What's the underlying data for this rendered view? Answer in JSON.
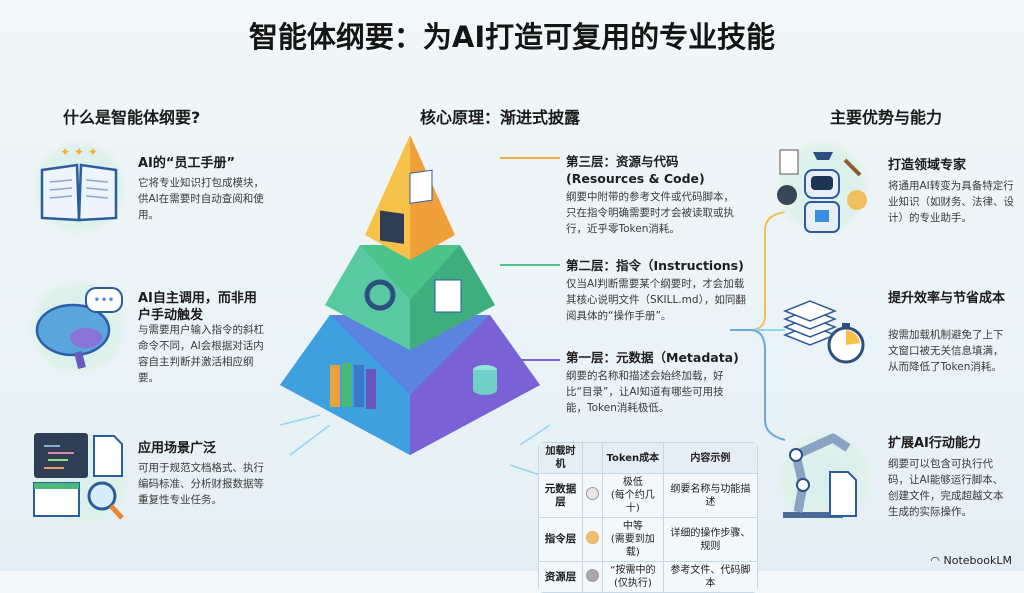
{
  "title": "智能体纲要：为AI打造可复用的专业技能",
  "left": {
    "heading": "什么是智能体纲要?",
    "items": [
      {
        "icon": "open-book-icon",
        "title": "AI的“员工手册”",
        "desc": "它将专业知识打包成模块，供AI在需要时自动查阅和使用。"
      },
      {
        "icon": "brain-icon",
        "title": "AI自主调用，而非用户手动触发",
        "desc": "与需要用户输入指令的斜杠命令不同，AI会根据对话内容自主判断并激活相应纲要。"
      },
      {
        "icon": "code-document-search-icon",
        "title": "应用场景广泛",
        "desc": "可用于规范文档格式、执行编码标准、分析财报数据等重复性专业任务。"
      }
    ]
  },
  "center": {
    "heading": "核心原理：渐进式披露",
    "layers": [
      {
        "title": "第三层：资源与代码",
        "subtitle": "(Resources & Code)",
        "desc": "纲要中附带的参考文件或代码脚本，只在指令明确需要时才会被读取或执行，近乎零Token消耗。",
        "color": "#f0a93a"
      },
      {
        "title": "第二层：指令（Instructions)",
        "desc": "仅当AI判断需要某个纲要时，才会加载其核心说明文件（SKILL.md），如同翻阅具体的“操作手册”。",
        "color": "#4cc38a"
      },
      {
        "title": "第一层：元数据（Metadata)",
        "desc": "纲要的名称和描述会始终加载，好比“目录”，让AI知道有哪些可用技能，Token消耗极低。",
        "color": "#5b7de0"
      }
    ],
    "table": {
      "headers": [
        "加载时机",
        "",
        "Token成本",
        "内容示例"
      ],
      "rows": [
        {
          "layer": "元数据层",
          "dot": "#e6e6e6",
          "cost": "极低\n(每个约几十)",
          "example": "纲要名称与功能描述"
        },
        {
          "layer": "指令层",
          "dot": "#f0c070",
          "cost": "中等\n(需要到加载)",
          "example": "详细的操作步骤、规则"
        },
        {
          "layer": "资源层",
          "dot": "#a8a8a8",
          "cost": "“按需中的\n(仅执行)",
          "example": "参考文件、代码脚本"
        }
      ]
    }
  },
  "right": {
    "heading": "主要优势与能力",
    "items": [
      {
        "icon": "robot-expert-icon",
        "title": "打造领域专家",
        "desc": "将通用AI转变为具备特定行业知识（如财务、法律、设计）的专业助手。"
      },
      {
        "icon": "stopwatch-documents-icon",
        "title": "提升效率与节省成本",
        "desc": "按需加载机制避免了上下文窗口被无关信息填满，从而降低了Token消耗。"
      },
      {
        "icon": "robot-arm-icon",
        "title": "扩展AI行动能力",
        "desc": "纲要可以包含可执行代码，让AI能够运行脚本、创建文件，完成超越文本生成的实际操作。"
      }
    ]
  },
  "brand": "NotebookLM"
}
